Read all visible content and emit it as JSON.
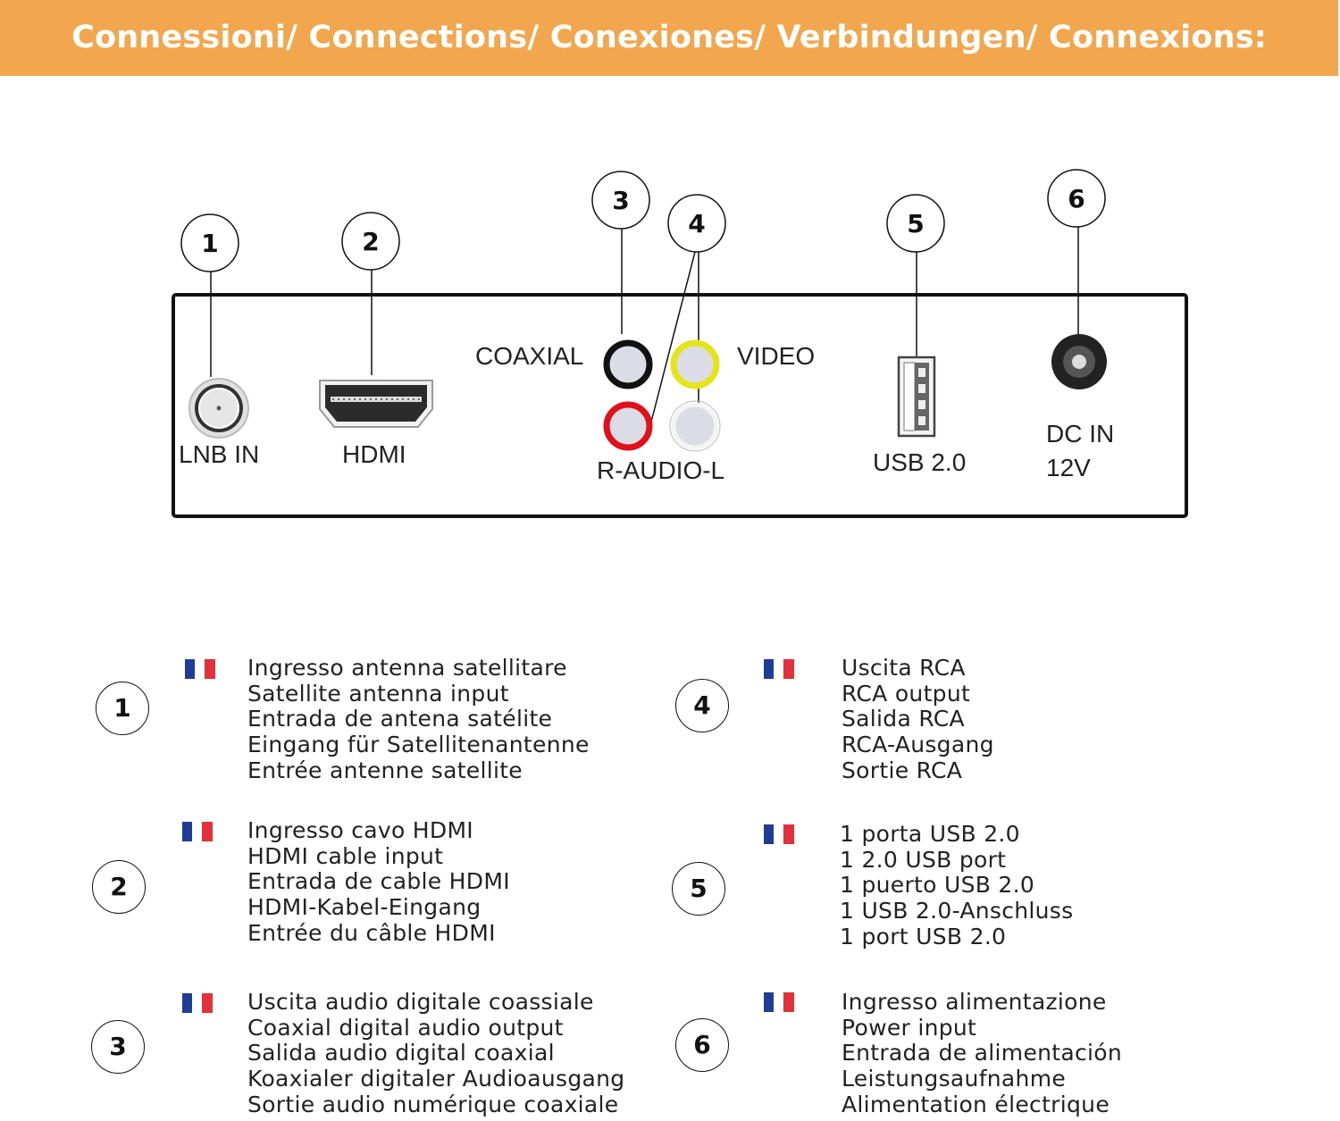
{
  "header": {
    "title": "Connessioni/ Connections/ Conexiones/ Verbindungen/ Connexions:"
  },
  "colors": {
    "header": "#F2A74E",
    "coaxial": "#111111",
    "video": "#E3E51A",
    "audio_r": "#E0101C",
    "audio_l": "#F2F2F2"
  },
  "panel": {
    "callouts": [
      "1",
      "2",
      "3",
      "4",
      "5",
      "6"
    ],
    "labels": {
      "lnb": "LNB IN",
      "hdmi": "HDMI",
      "coaxial": "COAXIAL",
      "video": "VIDEO",
      "audio": "R-AUDIO-L",
      "usb": "USB 2.0",
      "dc_line1": "DC IN",
      "dc_line2": "12V"
    }
  },
  "legend": {
    "flags": [
      "italy-flag-icon",
      "uk-flag-icon",
      "spain-flag-icon",
      "germany-flag-icon",
      "france-flag-icon"
    ],
    "groups": [
      {
        "number": "1",
        "lines": [
          "Ingresso antenna satellitare",
          "Satellite antenna input",
          "Entrada de antena satélite",
          "Eingang für Satellitenantenne",
          "Entrée antenne satellite"
        ]
      },
      {
        "number": "2",
        "lines": [
          "Ingresso cavo HDMI",
          "HDMI cable input",
          "Entrada de cable HDMI",
          "HDMI-Kabel-Eingang",
          "Entrée du câble HDMI"
        ]
      },
      {
        "number": "3",
        "lines": [
          "Uscita audio digitale coassiale",
          "Coaxial digital audio output",
          "Salida audio digital coaxial",
          "Koaxialer digitaler Audioausgang",
          "Sortie audio numérique coaxiale"
        ]
      },
      {
        "number": "4",
        "lines": [
          "Uscita RCA",
          "RCA output",
          "Salida RCA",
          "RCA-Ausgang",
          "Sortie RCA"
        ]
      },
      {
        "number": "5",
        "lines": [
          "1 porta USB 2.0",
          "1 2.0 USB port",
          "1 puerto USB 2.0",
          "1 USB 2.0-Anschluss",
          "1 port USB 2.0"
        ]
      },
      {
        "number": "6",
        "lines": [
          "Ingresso alimentazione",
          "Power input",
          "Entrada de alimentación",
          "Leistungsaufnahme",
          "Alimentation électrique"
        ]
      }
    ]
  }
}
